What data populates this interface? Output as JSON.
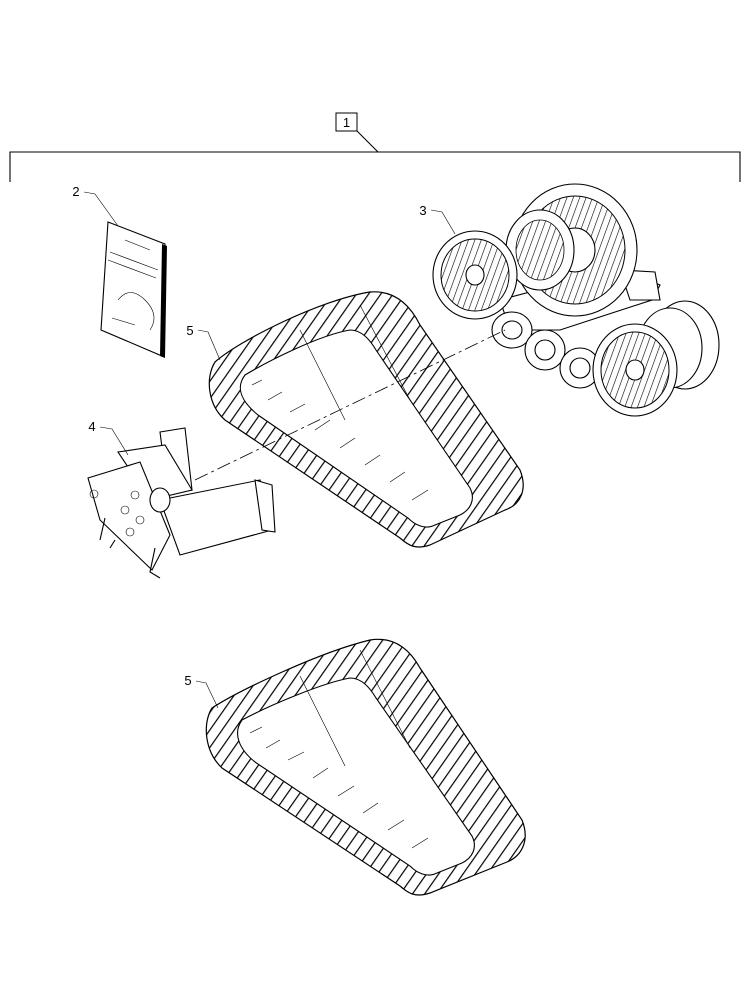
{
  "diagram": {
    "assembly_callout": "1",
    "callouts": [
      {
        "id": "manual",
        "label": "2"
      },
      {
        "id": "wheel-assembly",
        "label": "3"
      },
      {
        "id": "mount-bracket",
        "label": "4"
      },
      {
        "id": "track-upper",
        "label": "5"
      },
      {
        "id": "track-lower",
        "label": "5"
      }
    ],
    "parts": {
      "manual": "manual-icon",
      "wheel_assembly": "undercarriage-wheel-assembly",
      "mount_bracket": "mounting-bracket",
      "track": "rubber-track"
    }
  }
}
